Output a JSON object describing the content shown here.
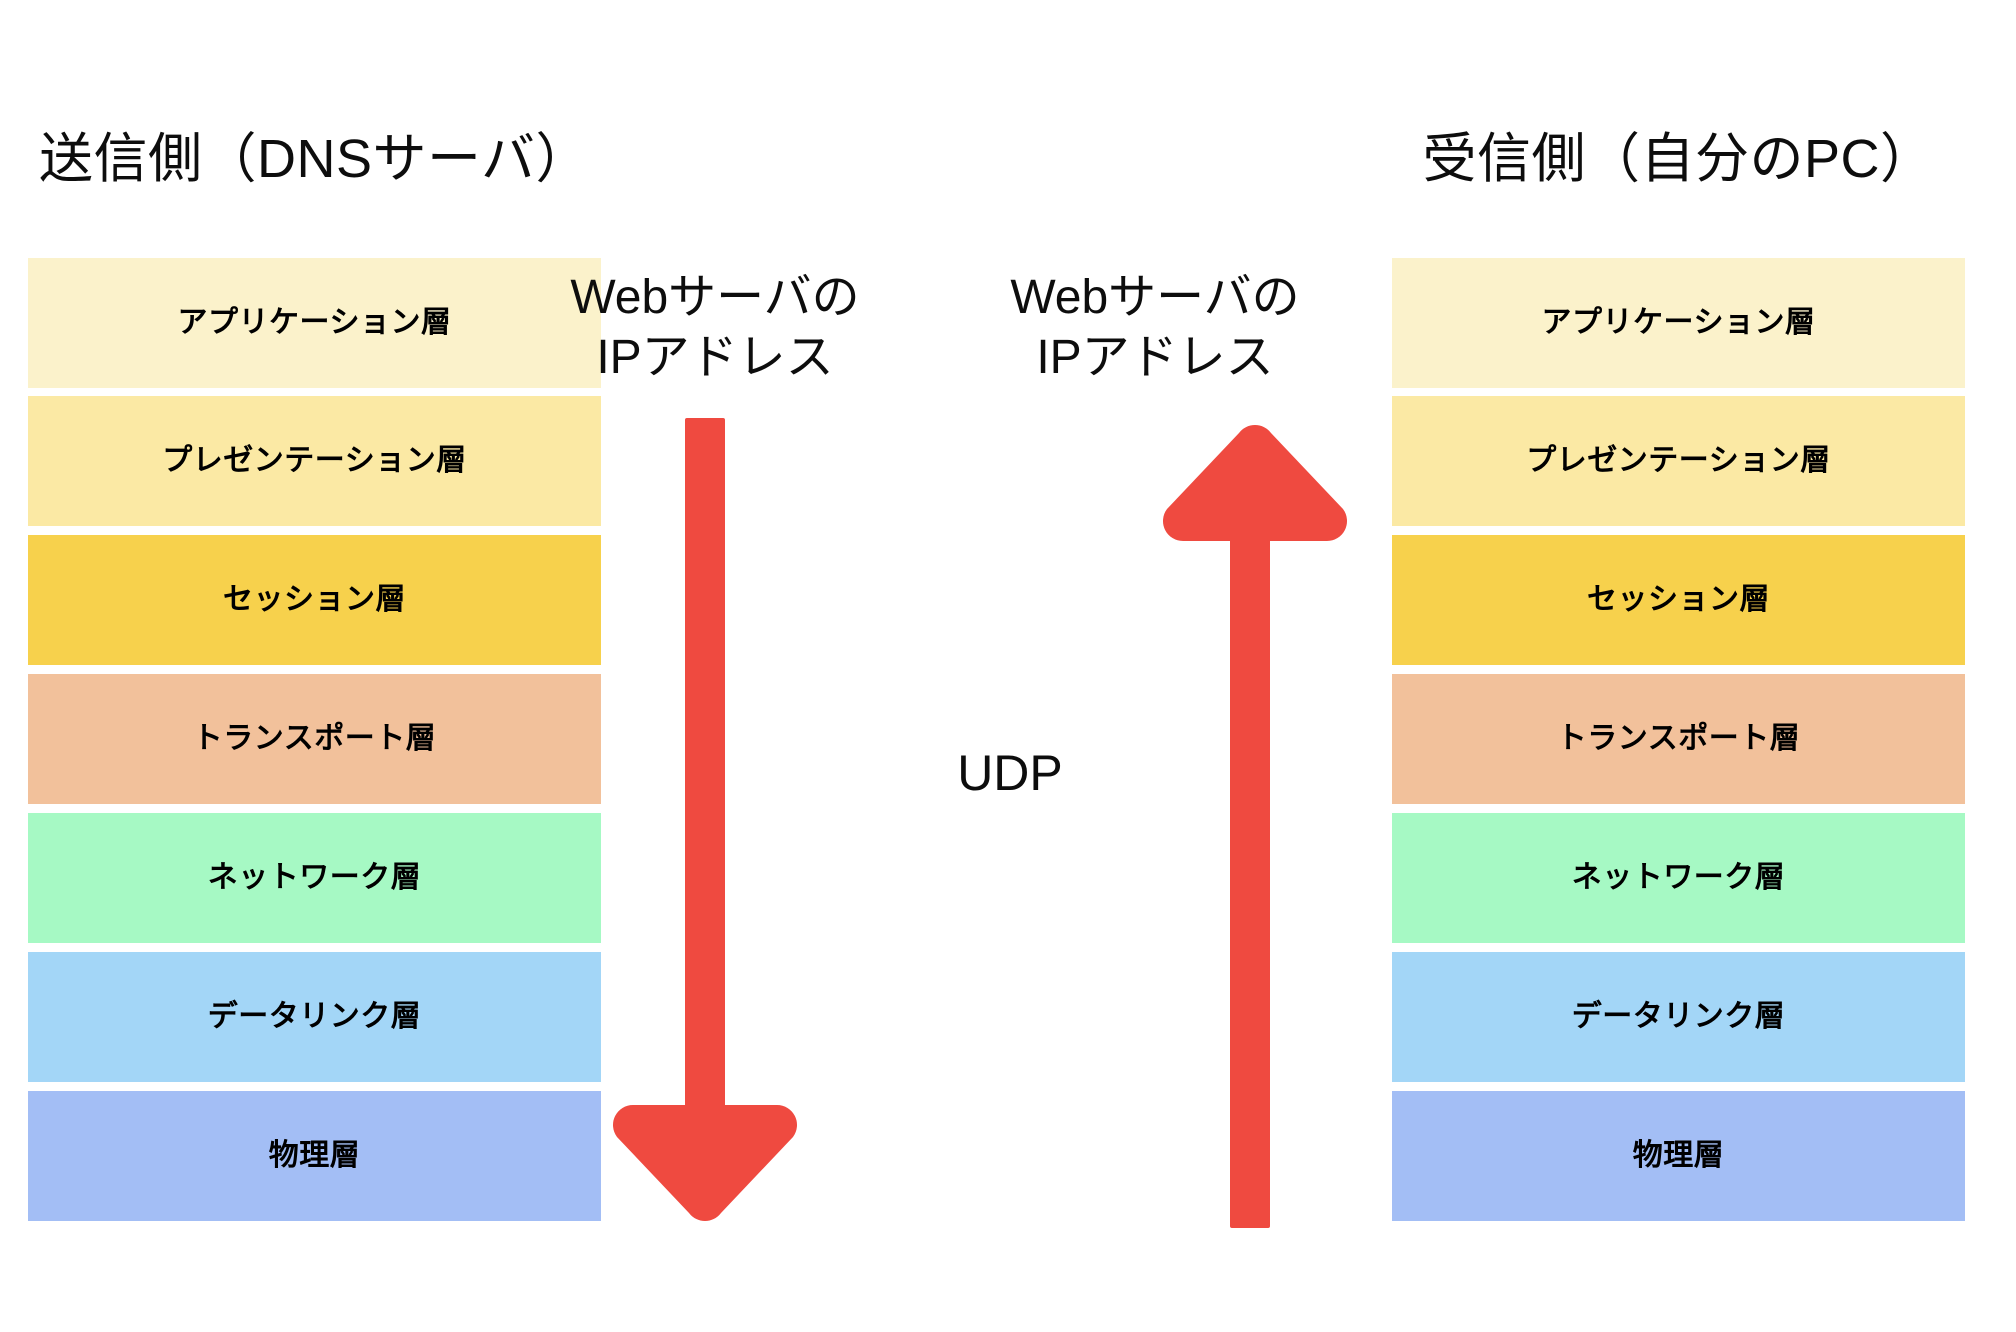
{
  "diagram": {
    "type": "osi-layer-communication",
    "background": "#FFFFFF",
    "arrow_color": "#EF4A40"
  },
  "columns": [
    {
      "id": "sender",
      "header": "送信側（DNSサーバ）",
      "layers": [
        {
          "label": "アプリケーション層",
          "color": "#FBF2CB"
        },
        {
          "label": "プレゼンテーション層",
          "color": "#FBE9A4"
        },
        {
          "label": "セッション層",
          "color": "#F7D14C"
        },
        {
          "label": "トランスポート層",
          "color": "#F2C19B"
        },
        {
          "label": "ネットワーク層",
          "color": "#A6F9C4"
        },
        {
          "label": "データリンク層",
          "color": "#A3D6F7"
        },
        {
          "label": "物理層",
          "color": "#A3BEF5"
        }
      ]
    },
    {
      "id": "receiver",
      "header": "受信側（自分のPC）",
      "layers": [
        {
          "label": "アプリケーション層",
          "color": "#FBF2CB"
        },
        {
          "label": "プレゼンテーション層",
          "color": "#FBE9A4"
        },
        {
          "label": "セッション層",
          "color": "#F7D14C"
        },
        {
          "label": "トランスポート層",
          "color": "#F2C19B"
        },
        {
          "label": "ネットワーク層",
          "color": "#A6F9C4"
        },
        {
          "label": "データリンク層",
          "color": "#A3D6F7"
        },
        {
          "label": "物理層",
          "color": "#A3BEF5"
        }
      ]
    }
  ],
  "center": {
    "note_left_line1": "Webサーバの",
    "note_left_line2": "IPアドレス",
    "note_right_line1": "Webサーバの",
    "note_right_line2": "IPアドレス",
    "protocol": "UDP",
    "arrow_down_name": "downward-arrow",
    "arrow_up_name": "upward-arrow"
  }
}
